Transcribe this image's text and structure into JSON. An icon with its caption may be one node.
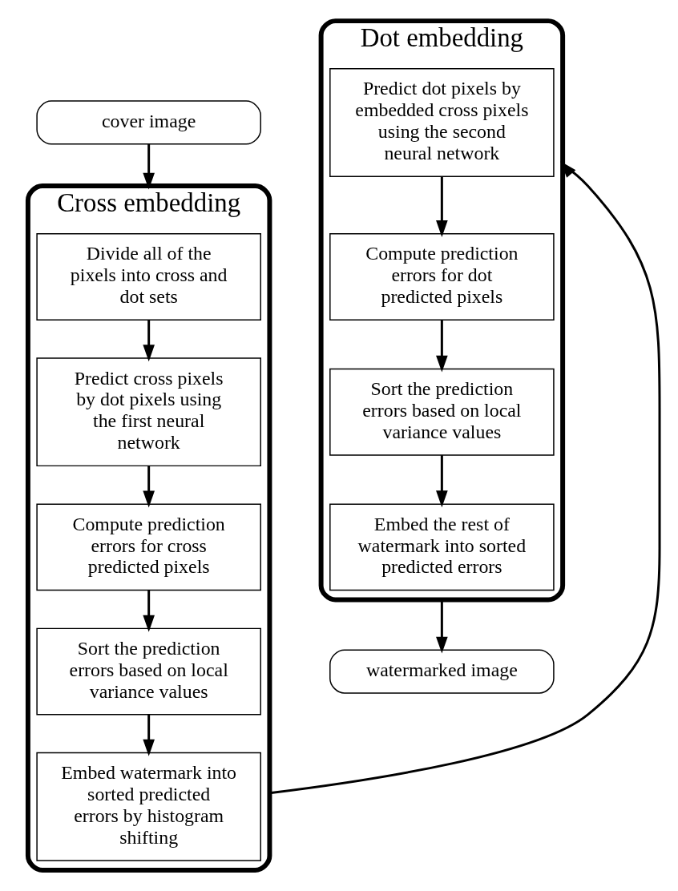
{
  "diagram": {
    "nodes": [
      {
        "text": [
          "cover image"
        ]
      },
      {
        "text": [
          "Cross embedding"
        ]
      },
      {
        "text": [
          "Divide all of the pixels into cross and dot sets"
        ],
        "in": 1
      },
      {
        "text": [
          "Predict cross pixels by dot pixels using the first neural network"
        ],
        "in": 1
      },
      {
        "text": [
          "Compute prediction errors for cross predicted pixels"
        ],
        "in": 1
      },
      {
        "text": [
          "Sort the prediction errors based on local variance values"
        ],
        "in": 1
      },
      {
        "text": [
          "Embed watermark into sorted predicted errors by histogram shifting"
        ],
        "in": 1
      },
      {
        "text": [
          "Dot embedding"
        ]
      },
      {
        "text": [
          "Predict dot pixels by embedded cross pixels using the second neural network"
        ],
        "in": 7
      },
      {
        "text": [
          "Compute prediction errors for dot predicted pixels"
        ],
        "in": 7
      },
      {
        "text": [
          "Sort the prediction errors based on local variance values"
        ],
        "in": 7
      },
      {
        "text": [
          "Embed the rest of watermark into sorted predicted errors"
        ],
        "in": 7
      },
      {
        "text": [
          "watermarked image"
        ]
      }
    ],
    "edges": [
      {
        "from": 0,
        "to": 1,
        "arrow": "to"
      },
      {
        "from": 2,
        "to": 3,
        "arrow": "to"
      },
      {
        "from": 3,
        "to": 4,
        "arrow": "to"
      },
      {
        "from": 4,
        "to": 5,
        "arrow": "to"
      },
      {
        "from": 5,
        "to": 6,
        "arrow": "to"
      },
      {
        "from": 1,
        "to": 7,
        "arrow": "to"
      },
      {
        "from": 8,
        "to": 9,
        "arrow": "to"
      },
      {
        "from": 9,
        "to": 10,
        "arrow": "to"
      },
      {
        "from": 10,
        "to": 11,
        "arrow": "to"
      },
      {
        "from": 7,
        "to": 12,
        "arrow": "to"
      }
    ]
  }
}
